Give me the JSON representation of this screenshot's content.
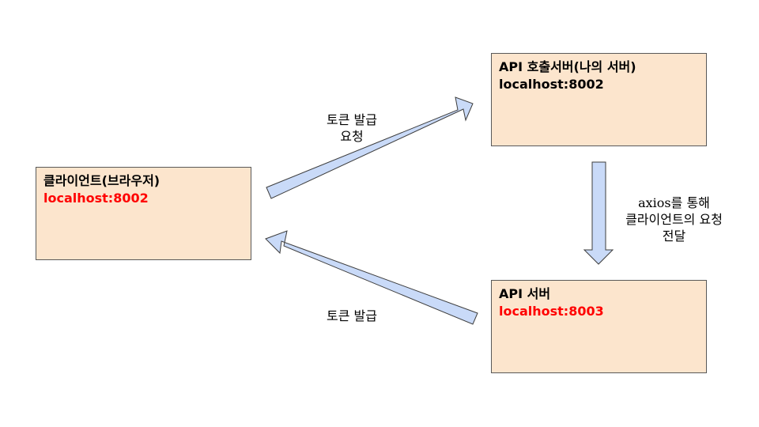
{
  "colors": {
    "box_fill": "#fce5cd",
    "box_border": "#595959",
    "arrow_fill": "#c9daf8",
    "arrow_stroke": "#3d3d3d",
    "host_red": "#ff0000",
    "host_black": "#000000"
  },
  "nodes": {
    "client": {
      "title": "클라이언트(브라우저)",
      "host": "localhost:8002",
      "host_color": "#ff0000"
    },
    "caller": {
      "title": "API 호출서버(나의 서버)",
      "host": "localhost:8002",
      "host_color": "#000000"
    },
    "api": {
      "title": "API 서버",
      "host": "localhost:8003",
      "host_color": "#ff0000"
    }
  },
  "edges": {
    "request": {
      "line1": "토큰 발급",
      "line2": "요청"
    },
    "forward": {
      "line1": "axios를 통해",
      "line2": "클라이언트의 요청",
      "line3": "전달"
    },
    "issue": {
      "line1": "토큰 발급"
    }
  }
}
